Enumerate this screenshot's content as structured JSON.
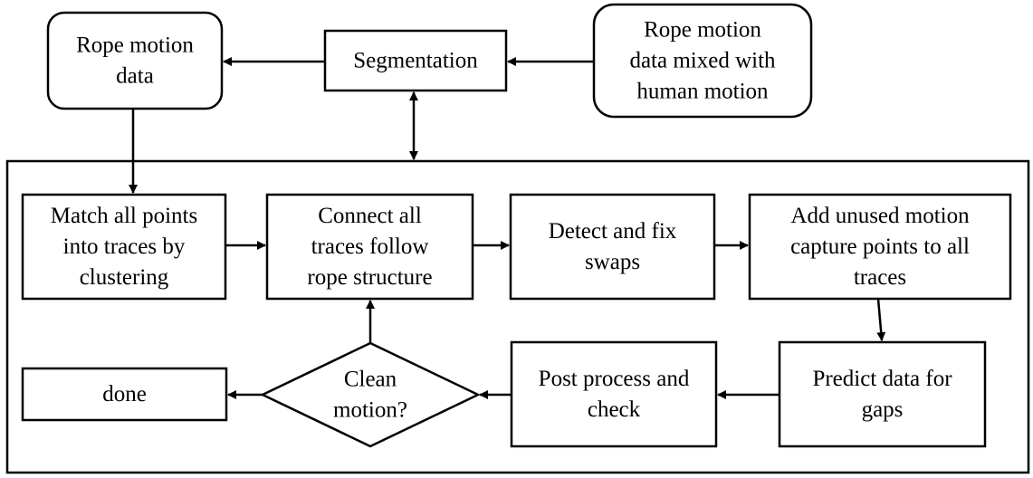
{
  "diagram": {
    "nodes": [
      {
        "id": "rope_motion_data",
        "shape": "rounded-rect",
        "lines": [
          "Rope motion",
          "data"
        ]
      },
      {
        "id": "segmentation",
        "shape": "rect",
        "lines": [
          "Segmentation"
        ]
      },
      {
        "id": "mixed_data",
        "shape": "rounded-rect",
        "lines": [
          "Rope motion",
          "data mixed with",
          "human motion"
        ]
      },
      {
        "id": "match_points",
        "shape": "rect",
        "lines": [
          "Match all points",
          "into traces by",
          "clustering"
        ]
      },
      {
        "id": "connect_traces",
        "shape": "rect",
        "lines": [
          "Connect all",
          "traces follow",
          "rope structure"
        ]
      },
      {
        "id": "detect_swaps",
        "shape": "rect",
        "lines": [
          "Detect and fix",
          "swaps"
        ]
      },
      {
        "id": "add_unused",
        "shape": "rect",
        "lines": [
          "Add unused motion",
          "capture points to all",
          "traces"
        ]
      },
      {
        "id": "predict_gaps",
        "shape": "rect",
        "lines": [
          "Predict data for",
          "gaps"
        ]
      },
      {
        "id": "post_process",
        "shape": "rect",
        "lines": [
          "Post process and",
          "check"
        ]
      },
      {
        "id": "clean_motion",
        "shape": "diamond",
        "lines": [
          "Clean",
          "motion?"
        ]
      },
      {
        "id": "done",
        "shape": "rect",
        "lines": [
          "done"
        ]
      }
    ],
    "edges": [
      {
        "from": "segmentation",
        "to": "rope_motion_data"
      },
      {
        "from": "mixed_data",
        "to": "segmentation"
      },
      {
        "from": "segmentation",
        "to": "process_container",
        "bidirectional": true
      },
      {
        "from": "rope_motion_data",
        "to": "match_points"
      },
      {
        "from": "match_points",
        "to": "connect_traces"
      },
      {
        "from": "connect_traces",
        "to": "detect_swaps"
      },
      {
        "from": "detect_swaps",
        "to": "add_unused"
      },
      {
        "from": "add_unused",
        "to": "predict_gaps"
      },
      {
        "from": "predict_gaps",
        "to": "post_process"
      },
      {
        "from": "post_process",
        "to": "clean_motion"
      },
      {
        "from": "clean_motion",
        "to": "done"
      },
      {
        "from": "clean_motion",
        "to": "connect_traces"
      }
    ]
  }
}
